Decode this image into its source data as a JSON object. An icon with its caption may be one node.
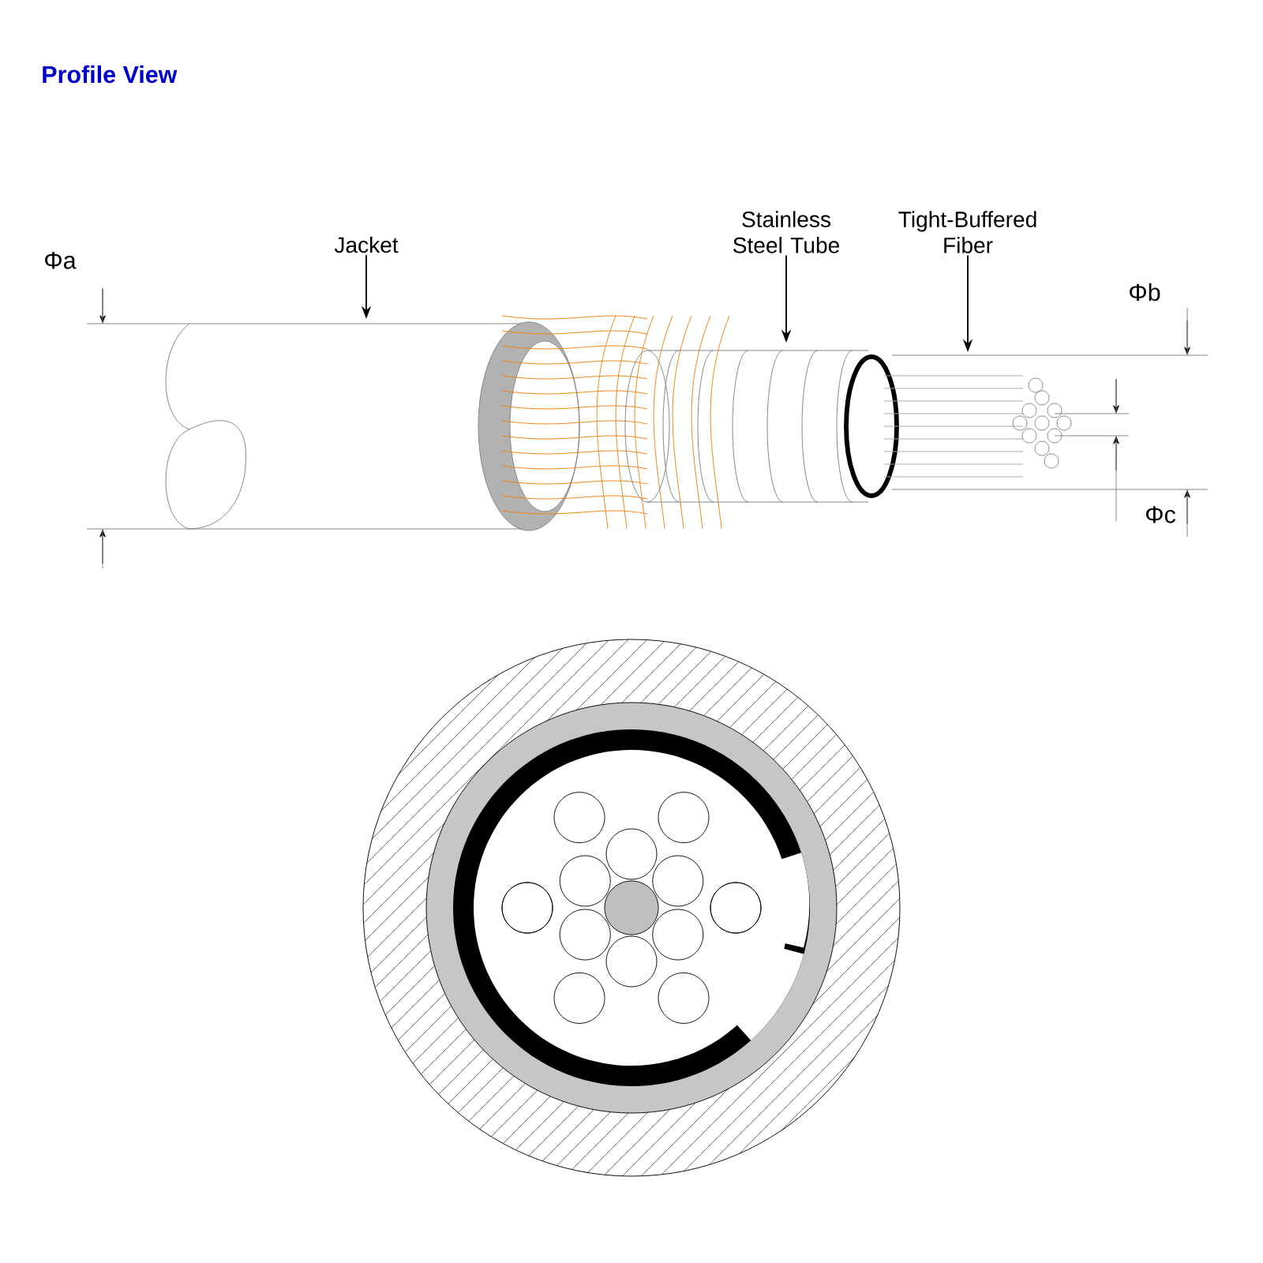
{
  "diagram": {
    "title": "Profile View",
    "nodes": [
      {
        "text": [
          "Jacket"
        ]
      },
      {
        "text": [
          "Stainless Steel Tube"
        ]
      },
      {
        "text": [
          "Tight-Buffered Fiber"
        ]
      }
    ],
    "edges": [
      {
        "from": 0,
        "to": null,
        "arrow": "to"
      },
      {
        "from": 1,
        "to": null,
        "arrow": "to"
      },
      {
        "from": 2,
        "to": null,
        "arrow": "to"
      }
    ],
    "labels": [
      "Φa",
      "Φb",
      "Φc"
    ]
  }
}
